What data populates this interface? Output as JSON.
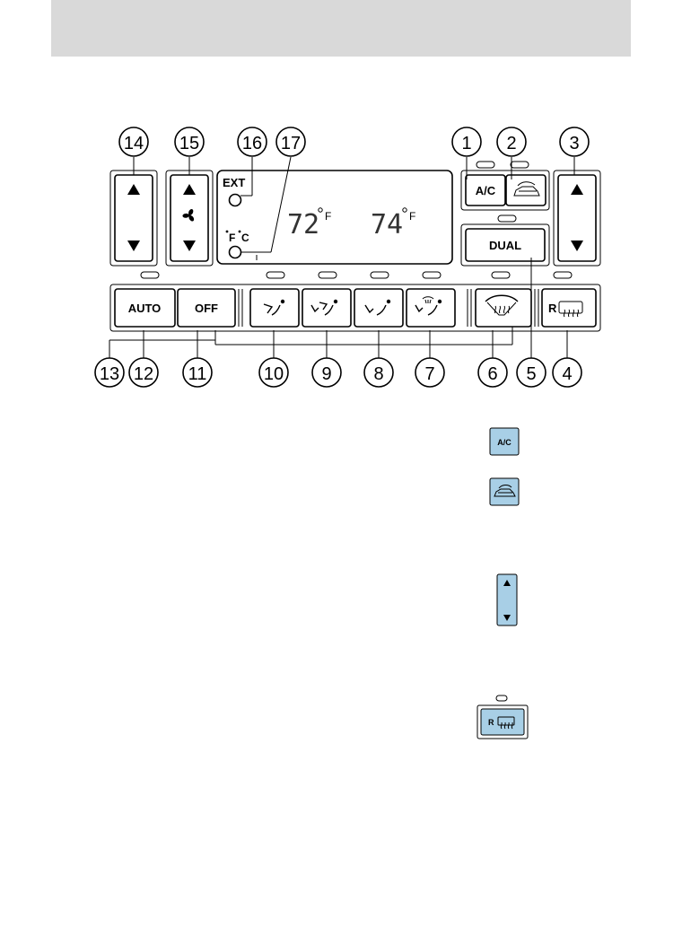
{
  "panel": {
    "ext_label": "EXT",
    "unit_f": "F",
    "unit_c": "C",
    "temp_left": "72",
    "temp_right": "74",
    "temp_unit": "F",
    "ac_label": "A/C",
    "dual_label": "DUAL",
    "auto_label": "AUTO",
    "off_label": "OFF",
    "rear_defrost_label": "R"
  },
  "callouts": [
    "1",
    "2",
    "3",
    "4",
    "5",
    "6",
    "7",
    "8",
    "9",
    "10",
    "11",
    "12",
    "13",
    "14",
    "15",
    "16",
    "17"
  ],
  "icons": {
    "ac_label": "A/C",
    "rear_defrost_label": "R"
  }
}
